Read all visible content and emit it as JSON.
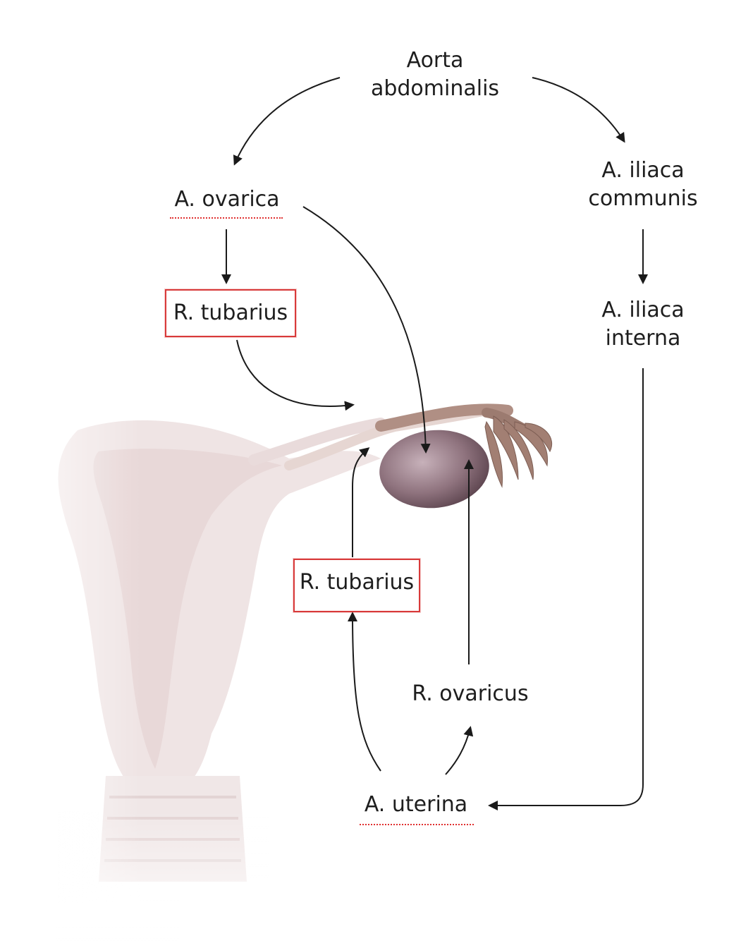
{
  "labels": {
    "aorta_line1": "Aorta",
    "aorta_line2": "abdominalis",
    "ovarica": "A. ovarica",
    "iliaca_communis_line1": "A. iliaca",
    "iliaca_communis_line2": "communis",
    "iliaca_interna_line1": "A. iliaca",
    "iliaca_interna_line2": "interna",
    "tubarius_upper": "R. tubarius",
    "tubarius_lower": "R. tubarius",
    "ovaricus": "R. ovaricus",
    "uterina": "A. uterina"
  },
  "colors": {
    "text": "#1e1e1e",
    "arrow": "#1a1a1a",
    "highlight": "#d83a3a",
    "uterus": "#efe4e4",
    "ovary": "#8a6f78",
    "tube": "#a58478"
  }
}
